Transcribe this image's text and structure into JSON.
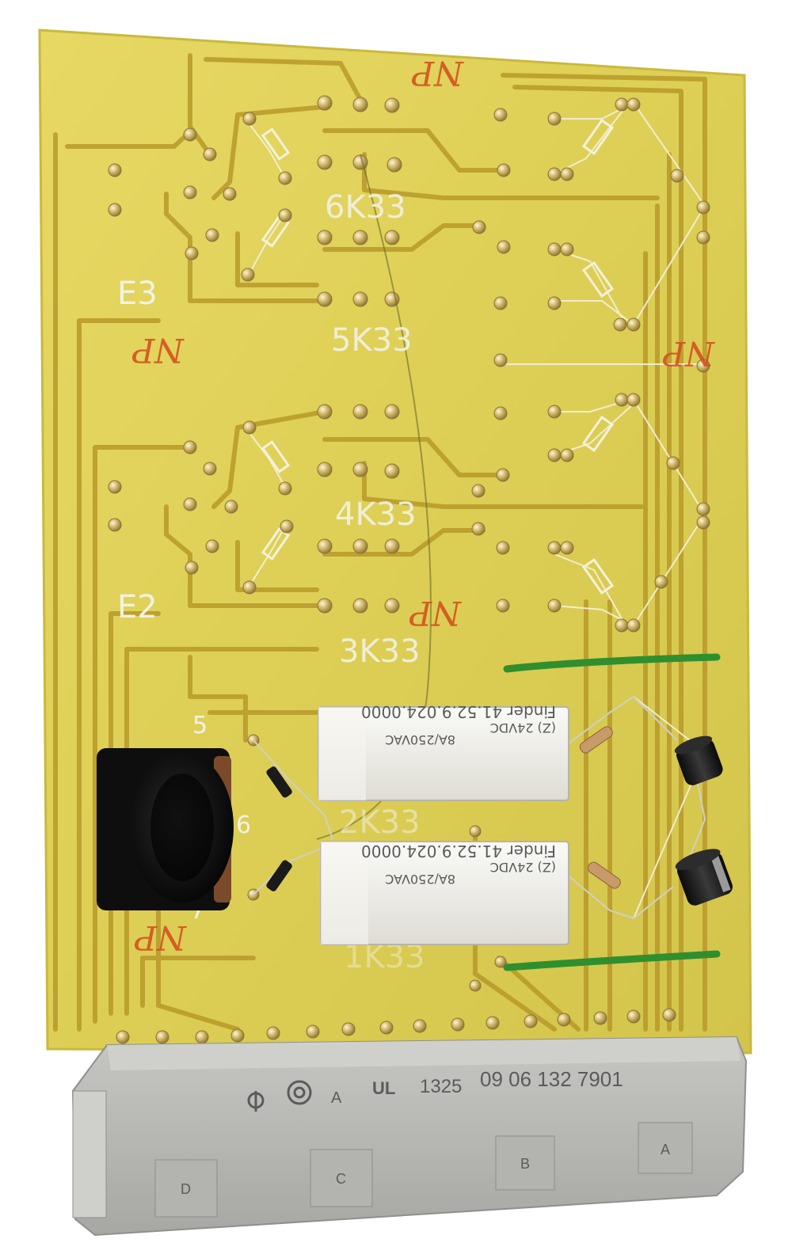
{
  "board": {
    "colors": {
      "substrate": "#e2d45a",
      "substrate_edge": "#c9b93e",
      "trace": "#b89a2a",
      "pad": "#d9c27a",
      "silk": "#f2f2e6",
      "mark": "#d24a1a",
      "relay_body": "#eeeeea",
      "connector": "#b9b9b6",
      "jumper": "#2f8f2f",
      "din_socket": "#121212"
    },
    "silkscreen_labels": {
      "k6": "6K33",
      "k5": "5K33",
      "k4": "4K33",
      "k3": "3K33",
      "k2": "2K33",
      "k1": "1K33",
      "e3": "E3",
      "e2": "E2",
      "n5": "5",
      "n6": "6",
      "n7": "7"
    },
    "hand_marks": [
      "NP",
      "NP",
      "NP",
      "NP",
      "NP"
    ]
  },
  "relays": [
    {
      "brand": "Finder 41.52.9.024.0000",
      "rating": "8A/250VAC",
      "coil": "(Z) 24VDC"
    },
    {
      "brand": "Finder 41.52.9.024.0000",
      "rating": "8A/250VAC",
      "coil": "(Z) 24VDC"
    }
  ],
  "connector": {
    "marking_letter": "A",
    "ul_mark": "UL",
    "date_code": "1325",
    "part_number": "09 06 132 7901",
    "slots": [
      "D",
      "C",
      "B",
      "A"
    ]
  }
}
